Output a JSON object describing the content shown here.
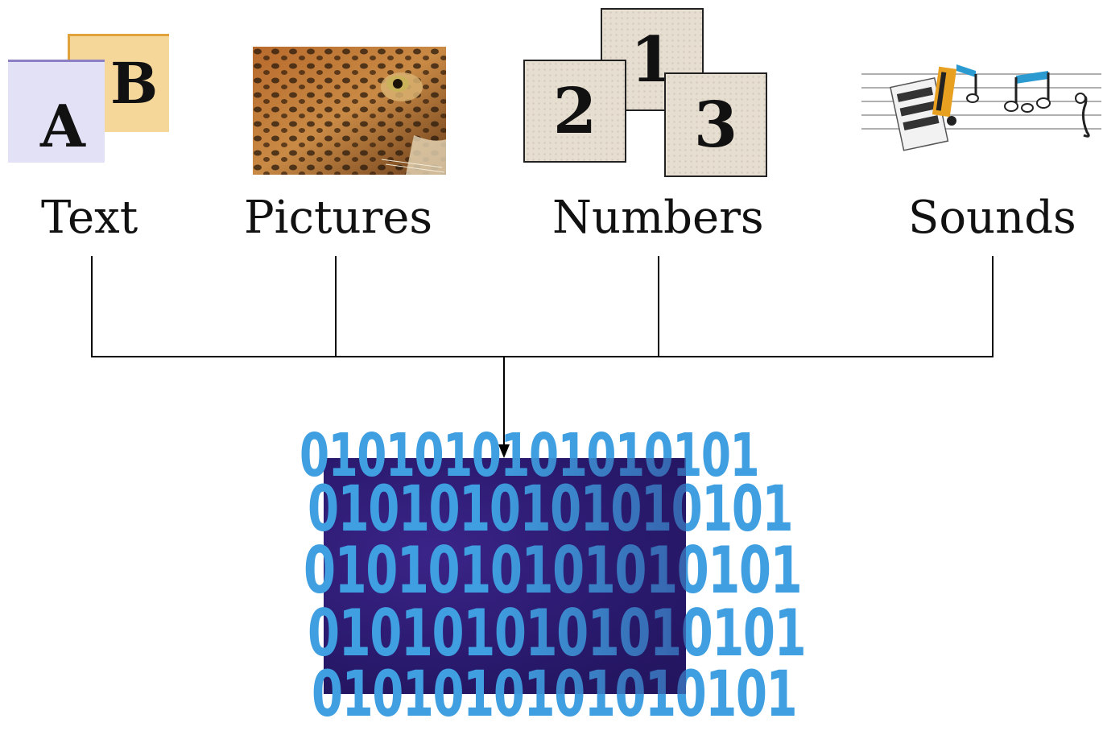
{
  "diagram": {
    "sources": [
      {
        "label": "Text",
        "icon": "ab-letters-icon"
      },
      {
        "label": "Pictures",
        "icon": "leopard-photo"
      },
      {
        "label": "Numbers",
        "icon": "number-tiles-icon"
      },
      {
        "label": "Sounds",
        "icon": "music-notes-icon"
      }
    ],
    "text_icon": {
      "letter_a": "A",
      "letter_b": "B"
    },
    "number_tiles": [
      "1",
      "2",
      "3"
    ],
    "binary_rows": [
      "0101010101010101",
      "0101010101010101",
      "0101010101010101",
      "0101010101010101",
      "0101010101010101"
    ],
    "colors": {
      "line": "#000000",
      "binary_bg": "#2a1a6e",
      "binary_digit": "#3fa0e0",
      "tile": "#e6ded0"
    }
  }
}
